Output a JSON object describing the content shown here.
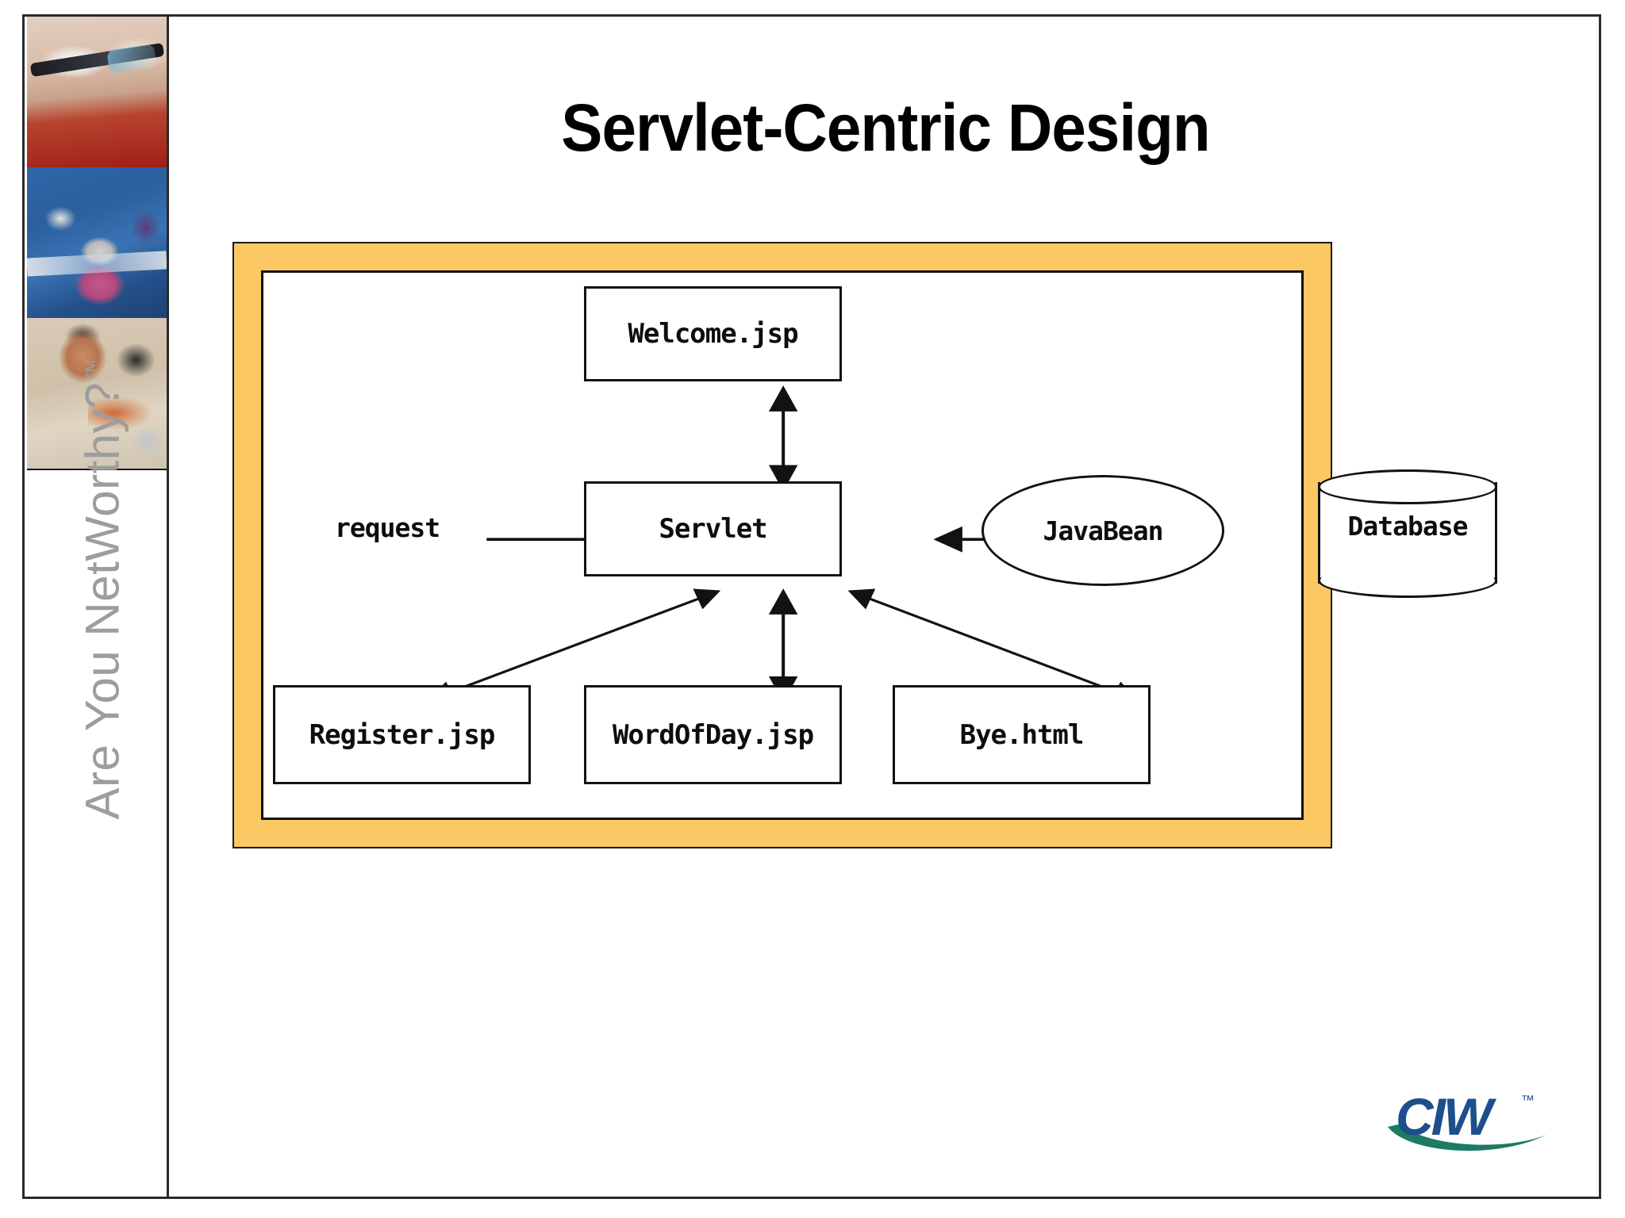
{
  "slide": {
    "title": "Servlet-Centric Design",
    "sidebar": {
      "tagline": "Are You NetWorthy?",
      "trademark": "™",
      "photo_alt": [
        "student-with-glasses-photo",
        "classroom-lab-photo",
        "student-in-class-photo"
      ]
    },
    "logo": {
      "text": "CIW",
      "trademark": "™",
      "text_color": "#1d4f8c",
      "swoosh_color": "#1d7a63"
    },
    "colors": {
      "frame_orange": "#fbc863",
      "frame_border": "#1a1a1a",
      "diagram_stroke": "#121212",
      "tagline_gray": "#9d9d9d",
      "slide_border": "#2b2b2b"
    }
  },
  "diagram": {
    "type": "flow",
    "title": "Servlet-Centric Design",
    "nodes": [
      {
        "id": "welcome",
        "label": "Welcome.jsp",
        "shape": "rect"
      },
      {
        "id": "servlet",
        "label": "Servlet",
        "shape": "rect"
      },
      {
        "id": "javabean",
        "label": "JavaBean",
        "shape": "ellipse"
      },
      {
        "id": "database",
        "label": "Database",
        "shape": "cylinder"
      },
      {
        "id": "register",
        "label": "Register.jsp",
        "shape": "rect"
      },
      {
        "id": "word",
        "label": "WordOfDay.jsp",
        "shape": "rect"
      },
      {
        "id": "bye",
        "label": "Bye.html",
        "shape": "rect"
      }
    ],
    "external_label": "request",
    "edges": [
      {
        "from": "request",
        "to": "servlet",
        "direction": "single"
      },
      {
        "from": "welcome",
        "to": "servlet",
        "direction": "double"
      },
      {
        "from": "servlet",
        "to": "javabean",
        "direction": "double"
      },
      {
        "from": "javabean",
        "to": "database",
        "direction": "double"
      },
      {
        "from": "servlet",
        "to": "register",
        "direction": "double"
      },
      {
        "from": "servlet",
        "to": "word",
        "direction": "double"
      },
      {
        "from": "servlet",
        "to": "bye",
        "direction": "double"
      }
    ]
  }
}
